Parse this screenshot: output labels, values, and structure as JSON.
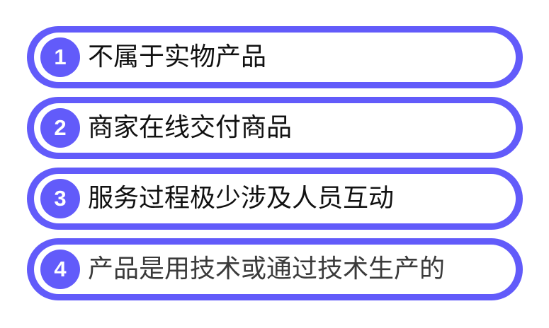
{
  "colors": {
    "accent": "#625bfa",
    "text_primary": "#111111",
    "text_muted": "#3a3a3a",
    "background": "#ffffff"
  },
  "items": [
    {
      "number": "1",
      "label": "不属于实物产品"
    },
    {
      "number": "2",
      "label": "商家在线交付商品"
    },
    {
      "number": "3",
      "label": "服务过程极少涉及人员互动"
    },
    {
      "number": "4",
      "label": "产品是用技术或通过技术生产的"
    }
  ]
}
